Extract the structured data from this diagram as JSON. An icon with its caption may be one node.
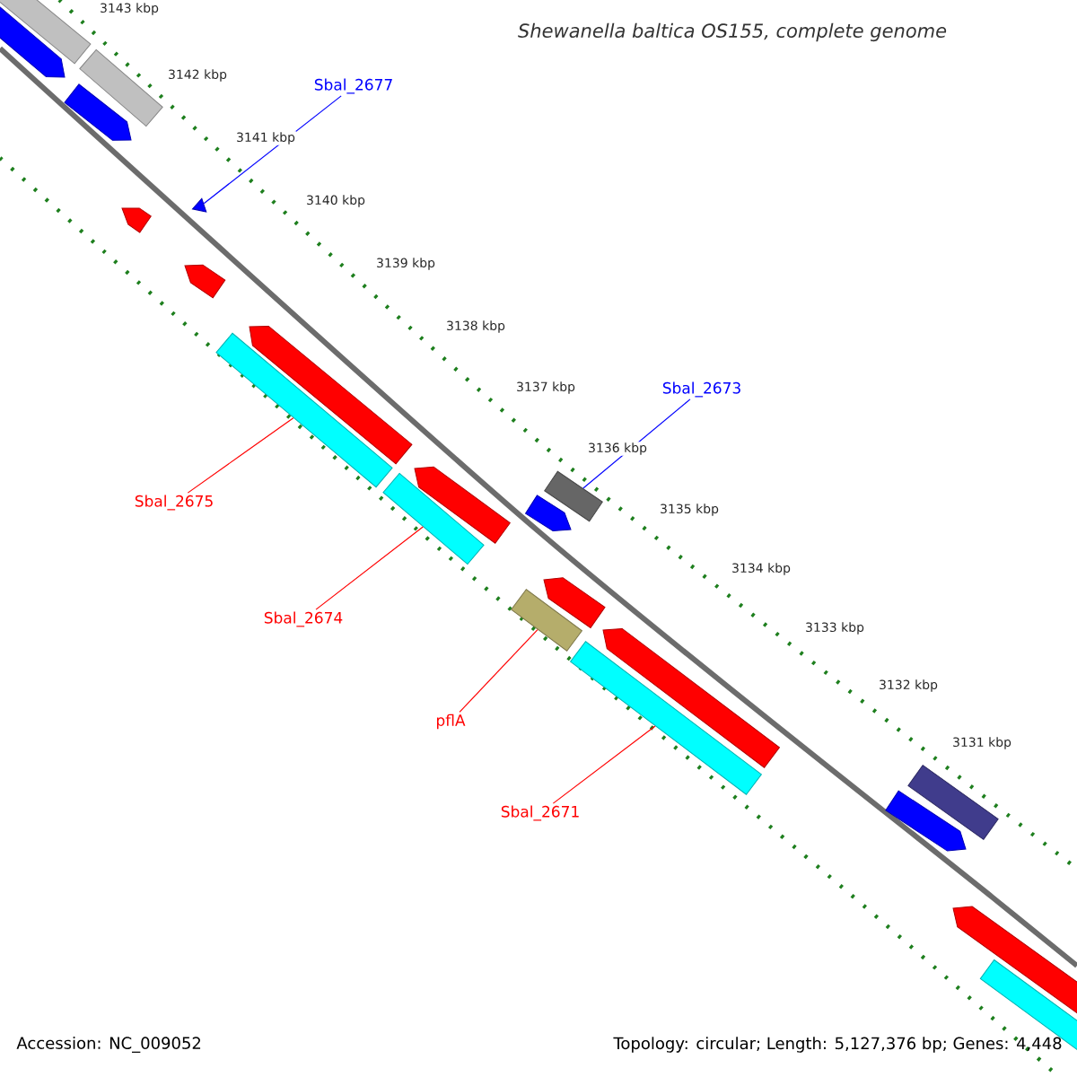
{
  "diagram": {
    "title": "Shewanella baltica OS155, complete genome",
    "nodes": [
      {
        "text": [
          "Sbal_2677"
        ]
      },
      {
        "text": [],
        "shape": "triangle"
      },
      {
        "text": [
          "Sbal_2673"
        ]
      },
      {
        "text": [],
        "shape": "bar"
      },
      {
        "text": [
          "Sbal_2675"
        ]
      },
      {
        "text": [],
        "shape": "bar"
      },
      {
        "text": [
          "Sbal_2674"
        ]
      },
      {
        "text": [],
        "shape": "bar"
      },
      {
        "text": [
          "pflA"
        ]
      },
      {
        "text": [],
        "shape": "bar"
      },
      {
        "text": [
          "Sbal_2671"
        ]
      },
      {
        "text": [],
        "shape": "bar"
      },
      {
        "text": [],
        "shape": "bar"
      },
      {
        "text": [],
        "shape": "bar"
      },
      {
        "text": [],
        "shape": "arrow"
      },
      {
        "text": [],
        "shape": "arrow"
      },
      {
        "text": [],
        "shape": "arrow"
      },
      {
        "text": [],
        "shape": "arrow"
      },
      {
        "text": [],
        "shape": "arrow"
      },
      {
        "text": [],
        "shape": "arrow"
      },
      {
        "text": [],
        "shape": "arrow"
      },
      {
        "text": [],
        "shape": "arrow"
      },
      {
        "text": [],
        "shape": "bar"
      },
      {
        "text": [],
        "shape": "arrow"
      },
      {
        "text": [],
        "shape": "arrow"
      },
      {
        "text": [],
        "shape": "arrow"
      },
      {
        "text": [],
        "shape": "bar"
      }
    ],
    "edges": [
      {
        "from": 0,
        "to": 1,
        "arrow": "none",
        "color": "#0000ff"
      },
      {
        "from": 2,
        "to": 3,
        "arrow": "none",
        "color": "#0000ff"
      },
      {
        "from": 4,
        "to": 5,
        "arrow": "none"
      },
      {
        "from": 6,
        "to": 7,
        "arrow": "none"
      },
      {
        "from": 8,
        "to": 9,
        "arrow": "none"
      },
      {
        "from": 10,
        "to": 11,
        "arrow": "none"
      }
    ],
    "labels": [
      "3143 kbp",
      "3142 kbp",
      "3141 kbp",
      "3140 kbp",
      "3139 kbp",
      "3138 kbp",
      "3137 kbp",
      "3136 kbp",
      "3135 kbp",
      "3134 kbp",
      "3133 kbp",
      "3132 kbp",
      "3131 kbp",
      "Accession: NC_009052",
      "Topology: circular; Length: 5,127,376 bp; Genes: 4,448"
    ]
  }
}
